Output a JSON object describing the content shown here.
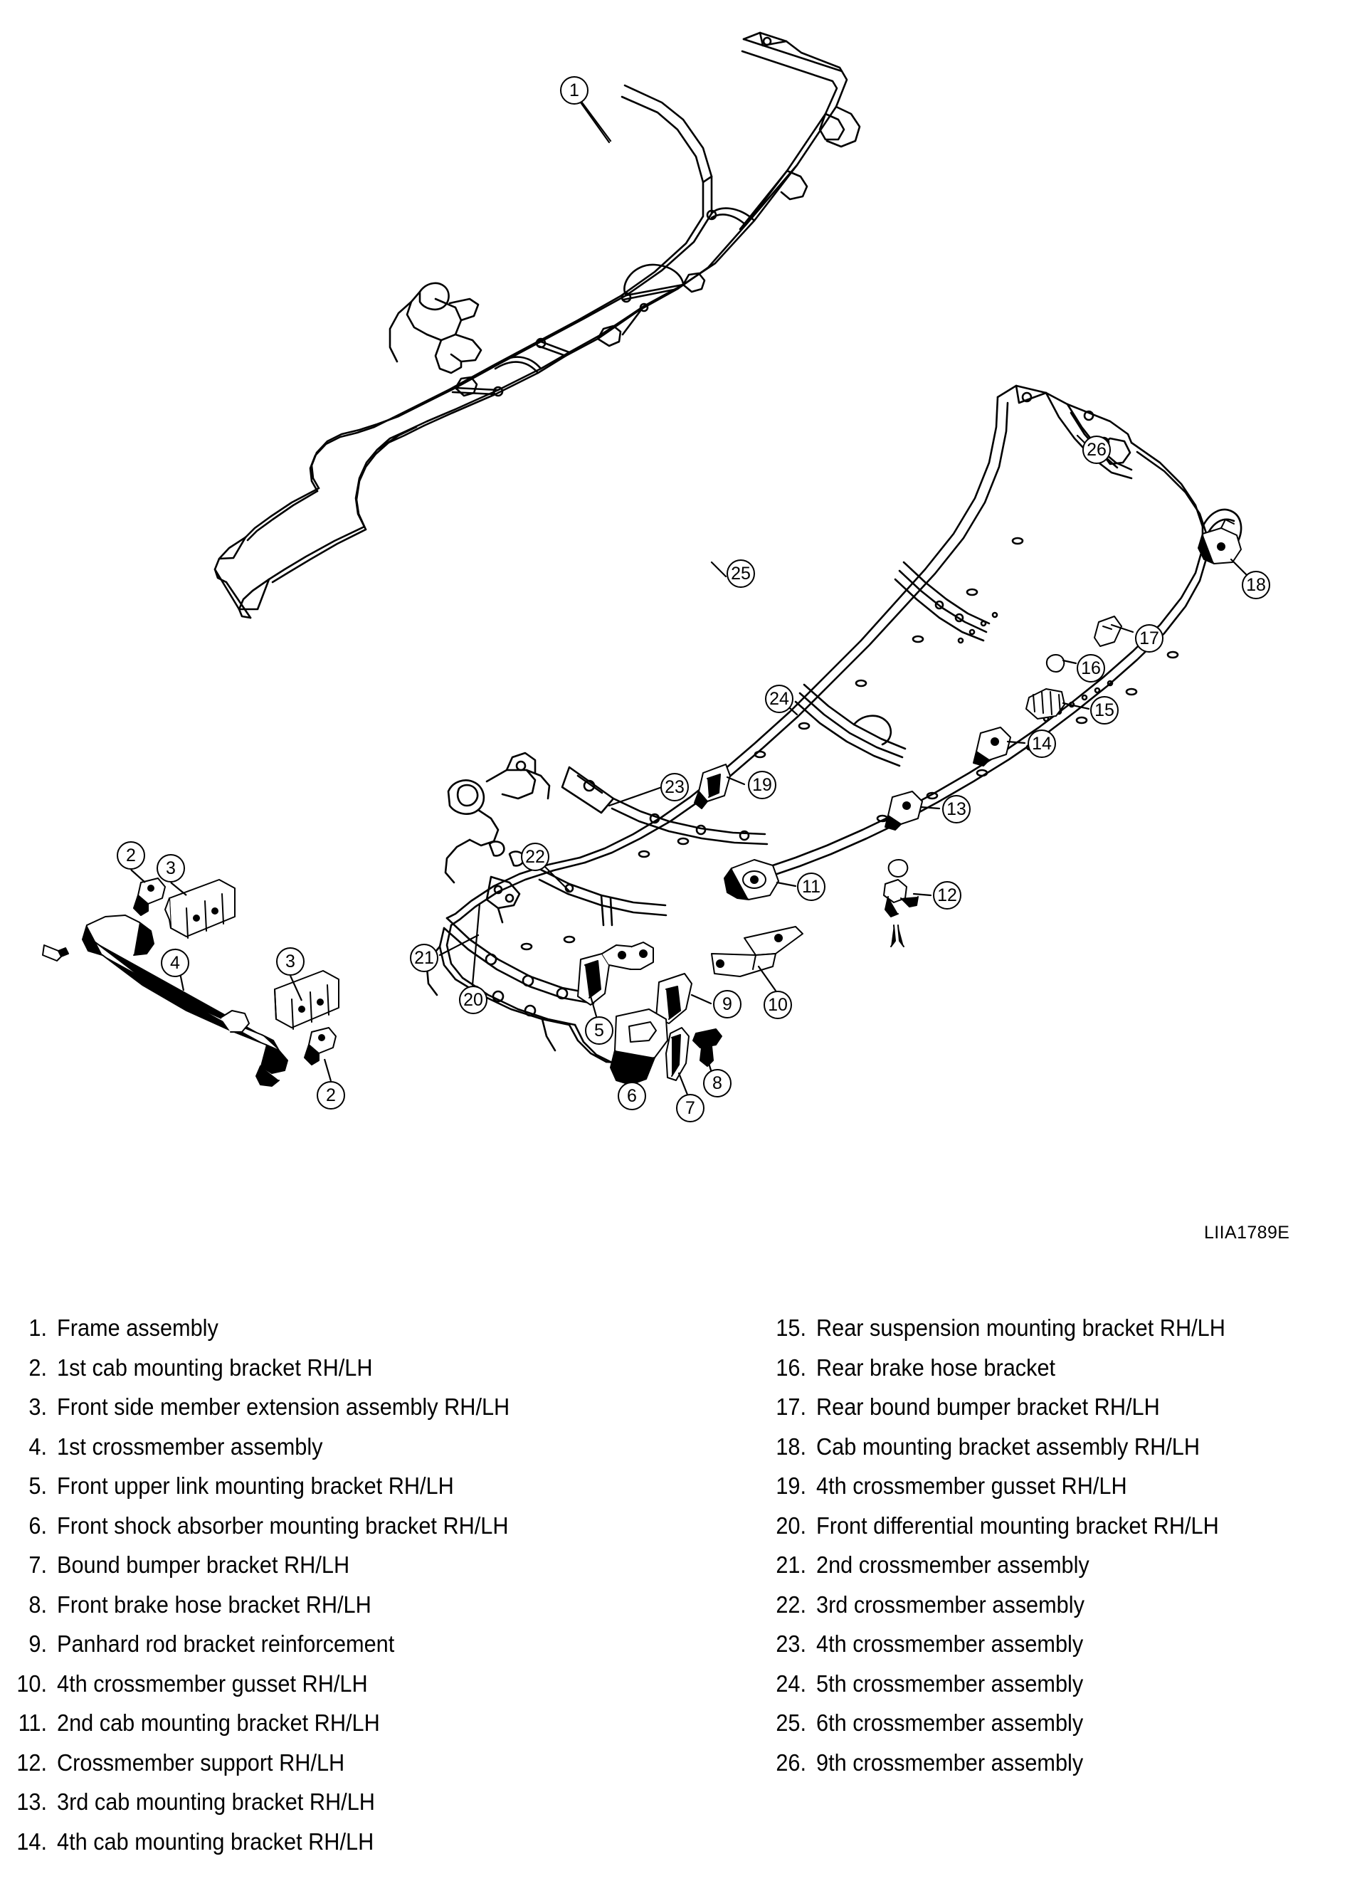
{
  "figure": {
    "code": "LIIA1789E",
    "title": "Frame assembly exploded view",
    "views": [
      {
        "name": "frame-assembly-overview",
        "callouts": [
          "1"
        ]
      },
      {
        "name": "frame-exploded-view",
        "callouts": [
          "2",
          "3",
          "4",
          "5",
          "6",
          "7",
          "8",
          "9",
          "10",
          "11",
          "12",
          "13",
          "14",
          "15",
          "16",
          "17",
          "18",
          "19",
          "20",
          "21",
          "22",
          "23",
          "24",
          "25",
          "26"
        ]
      }
    ]
  },
  "callouts": {
    "n1": "1",
    "n2a": "2",
    "n2b": "2",
    "n3a": "3",
    "n3b": "3",
    "n4": "4",
    "n5": "5",
    "n6": "6",
    "n7": "7",
    "n8": "8",
    "n9": "9",
    "n10": "10",
    "n11": "11",
    "n12": "12",
    "n13": "13",
    "n14": "14",
    "n15": "15",
    "n16": "16",
    "n17": "17",
    "n18": "18",
    "n19": "19",
    "n20": "20",
    "n21": "21",
    "n22": "22",
    "n23": "23",
    "n24": "24",
    "n25": "25",
    "n26": "26"
  },
  "parts_list": {
    "left": [
      {
        "num": "1.",
        "label": "Frame assembly"
      },
      {
        "num": "2.",
        "label": "1st cab mounting bracket RH/LH"
      },
      {
        "num": "3.",
        "label": "Front side member extension assembly RH/LH"
      },
      {
        "num": "4.",
        "label": "1st crossmember assembly"
      },
      {
        "num": "5.",
        "label": "Front upper link mounting bracket RH/LH"
      },
      {
        "num": "6.",
        "label": "Front shock absorber mounting bracket RH/LH"
      },
      {
        "num": "7.",
        "label": "Bound bumper bracket RH/LH"
      },
      {
        "num": "8.",
        "label": "Front brake hose bracket RH/LH"
      },
      {
        "num": "9.",
        "label": "Panhard rod bracket reinforcement"
      },
      {
        "num": "10.",
        "label": "4th crossmember gusset RH/LH"
      },
      {
        "num": "11.",
        "label": "2nd cab mounting bracket RH/LH"
      },
      {
        "num": "12.",
        "label": "Crossmember support RH/LH"
      },
      {
        "num": "13.",
        "label": "3rd cab mounting bracket RH/LH"
      },
      {
        "num": "14.",
        "label": "4th cab mounting bracket RH/LH"
      }
    ],
    "right": [
      {
        "num": "15.",
        "label": "Rear suspension mounting bracket RH/LH"
      },
      {
        "num": "16.",
        "label": "Rear brake hose bracket"
      },
      {
        "num": "17.",
        "label": "Rear bound bumper bracket RH/LH"
      },
      {
        "num": "18.",
        "label": "Cab mounting bracket assembly RH/LH"
      },
      {
        "num": "19.",
        "label": "4th crossmember gusset RH/LH"
      },
      {
        "num": "20.",
        "label": "Front differential mounting bracket RH/LH"
      },
      {
        "num": "21.",
        "label": "2nd crossmember assembly"
      },
      {
        "num": "22.",
        "label": "3rd crossmember assembly"
      },
      {
        "num": "23.",
        "label": "4th crossmember assembly"
      },
      {
        "num": "24.",
        "label": "5th crossmember assembly"
      },
      {
        "num": "25.",
        "label": "6th crossmember assembly"
      },
      {
        "num": "26.",
        "label": "9th crossmember assembly"
      }
    ]
  },
  "colors": {
    "line": "#000000",
    "background": "#ffffff"
  }
}
